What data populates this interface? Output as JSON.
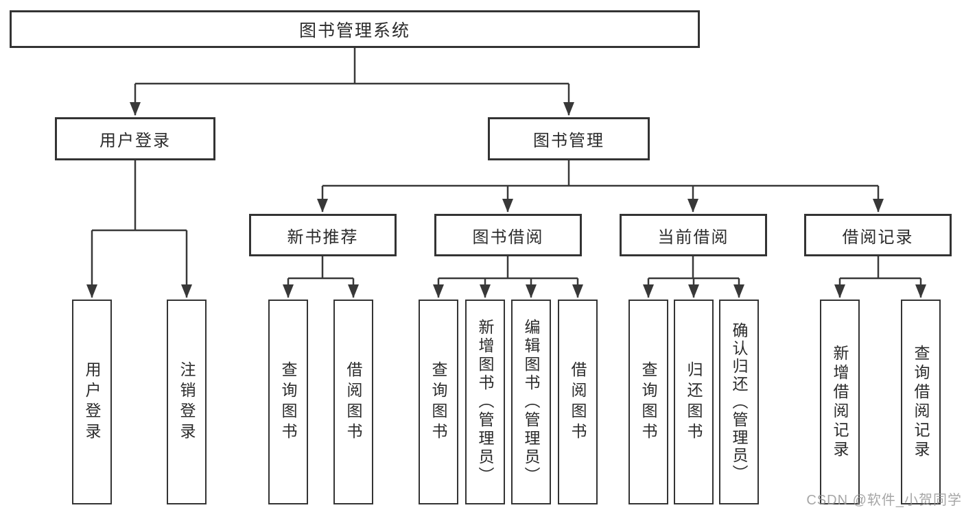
{
  "diagram": {
    "title": "图书管理系统",
    "colors": {
      "line": "#383838",
      "box_border": "#333333",
      "box_background": "#ffffff",
      "text": "#2b2b2b",
      "watermark": "#969696"
    },
    "nodes": {
      "root": {
        "label": "图书管理系统"
      },
      "level2": {
        "user_login": {
          "label": "用户登录"
        },
        "book_management": {
          "label": "图书管理"
        }
      },
      "level3": {
        "new_book_recommend": {
          "label": "新书推荐"
        },
        "book_borrowing": {
          "label": "图书借阅"
        },
        "current_borrowing": {
          "label": "当前借阅"
        },
        "borrowing_records": {
          "label": "借阅记录"
        }
      },
      "leaves": {
        "login_user_login": {
          "label": "用户登录"
        },
        "login_logout": {
          "label": "注销登录"
        },
        "recommend_query_books": {
          "label": "查询图书"
        },
        "recommend_borrow_books": {
          "label": "借阅图书"
        },
        "borrowing_query_books": {
          "label": "查询图书"
        },
        "borrowing_add_books": {
          "label": "新增图书（管理员）"
        },
        "borrowing_edit_books": {
          "label": "编辑图书（管理员）"
        },
        "borrowing_borrow_books": {
          "label": "借阅图书"
        },
        "current_query_books": {
          "label": "查询图书"
        },
        "current_return_books": {
          "label": "归还图书"
        },
        "current_confirm_return": {
          "label": "确认归还（管理员）"
        },
        "records_add_record": {
          "label": "新增借阅记录"
        },
        "records_query_record": {
          "label": "查询借阅记录"
        }
      }
    },
    "watermark": "CSDN @软件_小贺同学"
  }
}
